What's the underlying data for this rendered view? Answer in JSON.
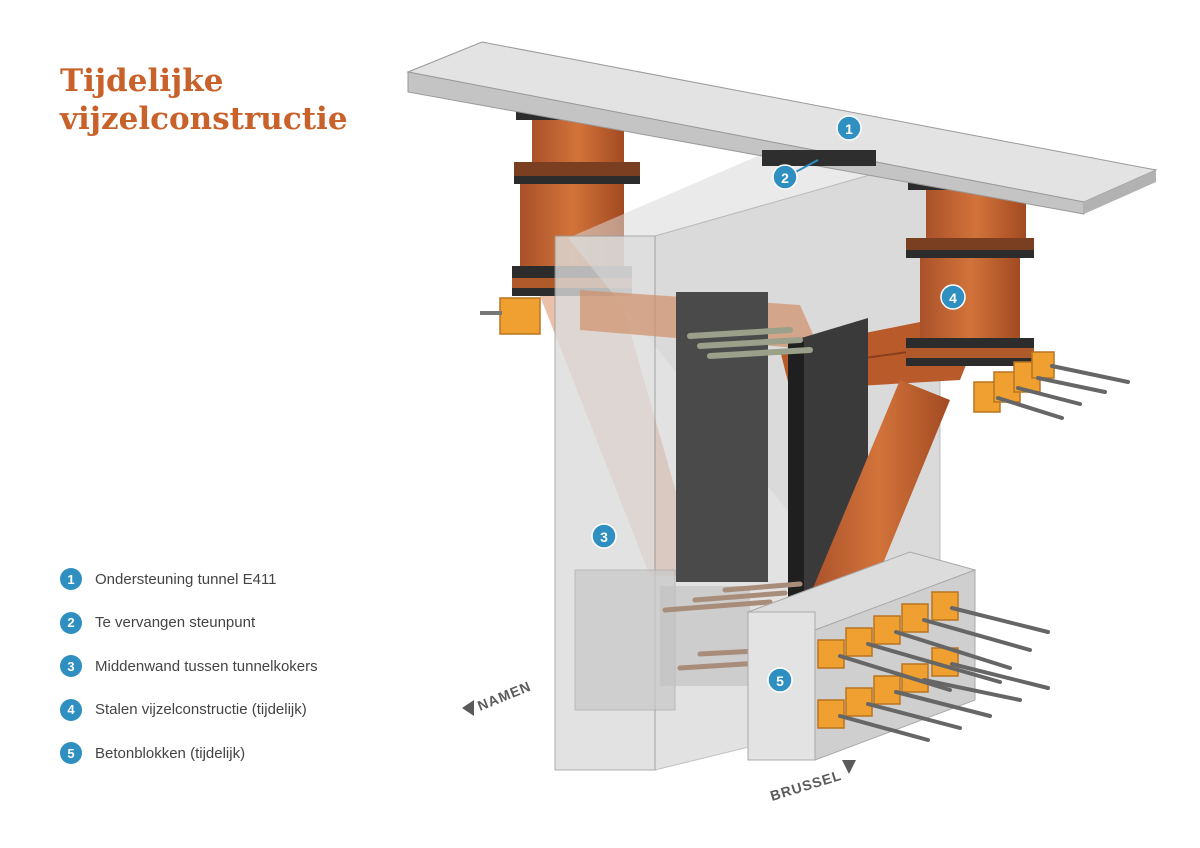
{
  "title": {
    "line1": "Tijdelijke",
    "line2": "vijzelconstructie"
  },
  "legend": [
    {
      "number": "1",
      "label": "Ondersteuning tunnel E411"
    },
    {
      "number": "2",
      "label": "Te vervangen steunpunt"
    },
    {
      "number": "3",
      "label": "Middenwand tussen tunnelkokers"
    },
    {
      "number": "4",
      "label": "Stalen vijzelconstructie (tijdelijk)"
    },
    {
      "number": "5",
      "label": "Betonblokken (tijdelijk)"
    }
  ],
  "directions": {
    "left": "NAMEN",
    "right": "BRUSSEL"
  },
  "colors": {
    "title": "#c8622a",
    "badge": "#2e8fc0",
    "steel": "#c0622d",
    "bracket": "#f0a030",
    "concrete": "#c8c8c8",
    "plate": "#3c3c3c",
    "text": "#444444"
  }
}
